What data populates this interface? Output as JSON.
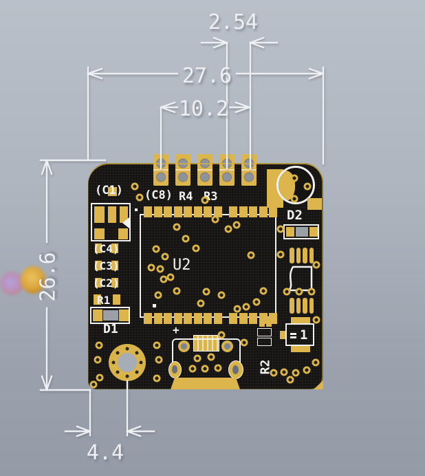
{
  "dimensions": {
    "pin_pitch": "2.54",
    "board_width": "27.6",
    "header_span": "10.2",
    "board_height": "26.6",
    "hole_offset": "4.4"
  },
  "silkscreen": {
    "c1": "(C1)",
    "c8": "(C8)",
    "r4": "R4",
    "r3": "R3",
    "c4": "(C4)",
    "c3": "(C3)",
    "c2": "(C2)",
    "r1": "R1",
    "d1": "D1",
    "d2": "D2",
    "u2": "U2",
    "r2": "R2",
    "led1": "1",
    "usb_plus": "+"
  },
  "colors": {
    "background_top": "#bac0c9",
    "background_bottom": "#949ba6",
    "board": "#151412",
    "copper": "#dcb64d",
    "silkscreen": "#f2f2f2",
    "dimension_lines": "#edeff2",
    "component_body": "#9aa0a5"
  }
}
